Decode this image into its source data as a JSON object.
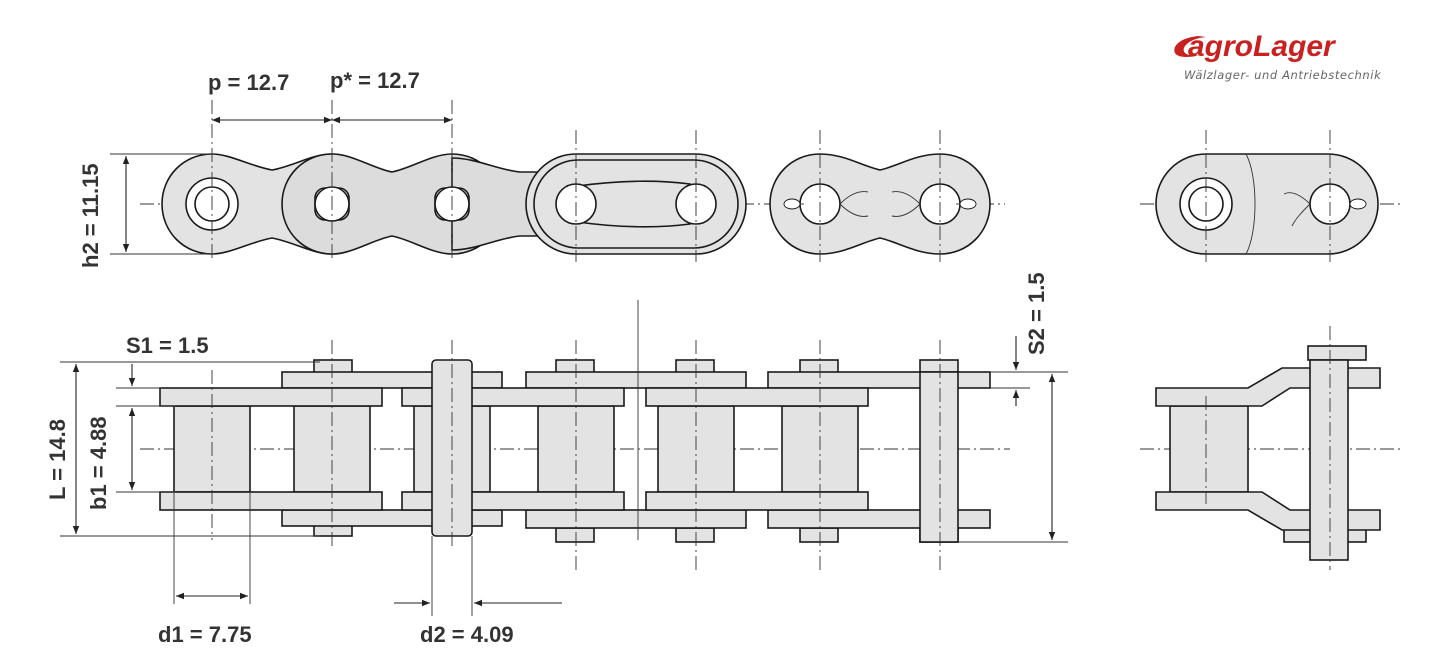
{
  "logo": {
    "brand_prefix": "agro",
    "brand_suffix": "Lager",
    "tagline": "Wälzlager- und Antriebstechnik",
    "color": "#c8211f"
  },
  "dimensions": {
    "p": "p = 12.7",
    "p_star": "p* = 12.7",
    "h2": "h2 = 11.15",
    "s1": "S1 = 1.5",
    "s2": "S2 = 1.5",
    "l": "L = 14.8",
    "b1": "b1 = 4.88",
    "d1": "d1 = 7.75",
    "d2": "d2 = 4.09"
  },
  "colors": {
    "part_fill": "#e3e3e3",
    "outline": "#1a1a1a"
  }
}
